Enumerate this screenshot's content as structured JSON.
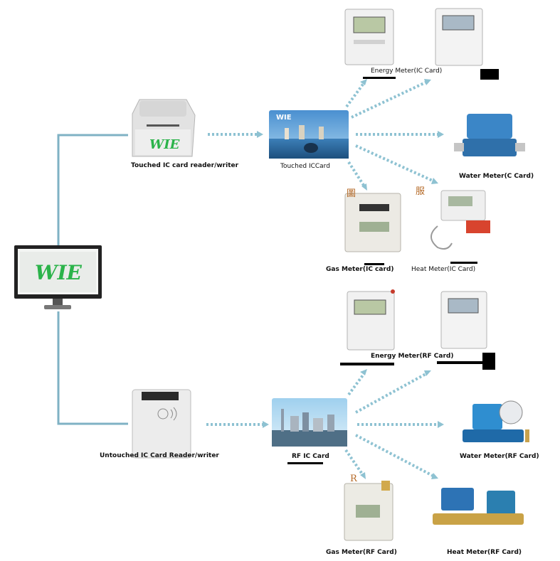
{
  "computer": {
    "logo_text": "WIE"
  },
  "reader_touched": {
    "label": "Touched IC card reader/writer",
    "logo_text": "WIE"
  },
  "reader_untouched": {
    "label": "Untouched IC Card Reader/writer"
  },
  "card_touched": {
    "label": "Touched ICCard",
    "brand": "WIE"
  },
  "card_rf": {
    "label": "RF IC Card"
  },
  "meters_ic": {
    "energy": "Energy Meter(IC Card)",
    "water": "Water Meter(C Card)",
    "gas": "Gas Meter(IC card)",
    "heat": "Heat Meter(IC Card)"
  },
  "meters_rf": {
    "energy": "Energy Meter(RF Card)",
    "water": "Water Meter(RF Card)",
    "gas": "Gas Meter(RF Card)",
    "heat": "Heat Meter(RF Card)"
  },
  "stray_glyphs": {
    "gas_ic": "圖",
    "heat_ic": "服",
    "gas_rf": "R"
  },
  "colors": {
    "connector": "#7fb2c4",
    "arrow": "#8ec2d2",
    "logo_green": "#2bb34a",
    "logo_yellow": "#f2d21a"
  }
}
